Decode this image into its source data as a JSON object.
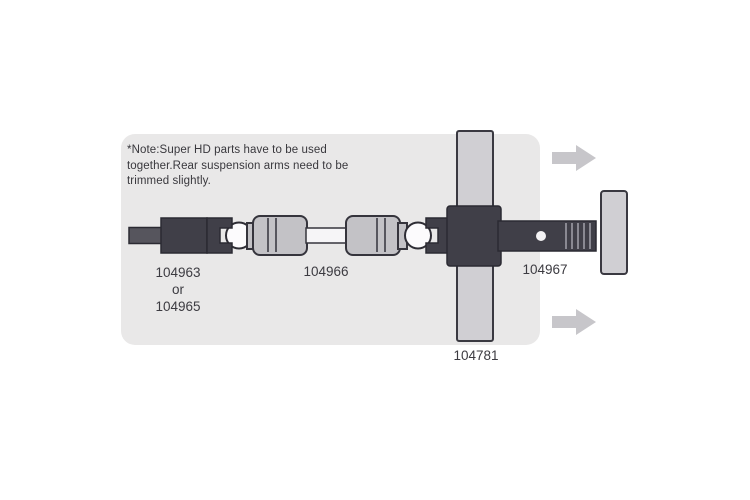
{
  "diagram": {
    "note": "*Note:Super HD parts have to be used\ntogether.Rear suspension arms need to be\ntrimmed slightly.",
    "parts": {
      "cup": {
        "line1": "104963",
        "line2": "or",
        "line3": "104965"
      },
      "coupler": "104966",
      "axle": "104967",
      "arm": "104781"
    },
    "icons": [
      "arrow-right-icon-top",
      "arrow-right-icon-bottom"
    ],
    "colors": {
      "panel": "#e9e8e8",
      "dark_part": "#403f48",
      "gray_part": "#c3c2c6",
      "light_bar": "#d0cfd3",
      "shaft_white": "#f6f5f7",
      "arrow": "#c7c6ca",
      "outline": "#35343c",
      "label_text": "#3c3b41"
    }
  }
}
